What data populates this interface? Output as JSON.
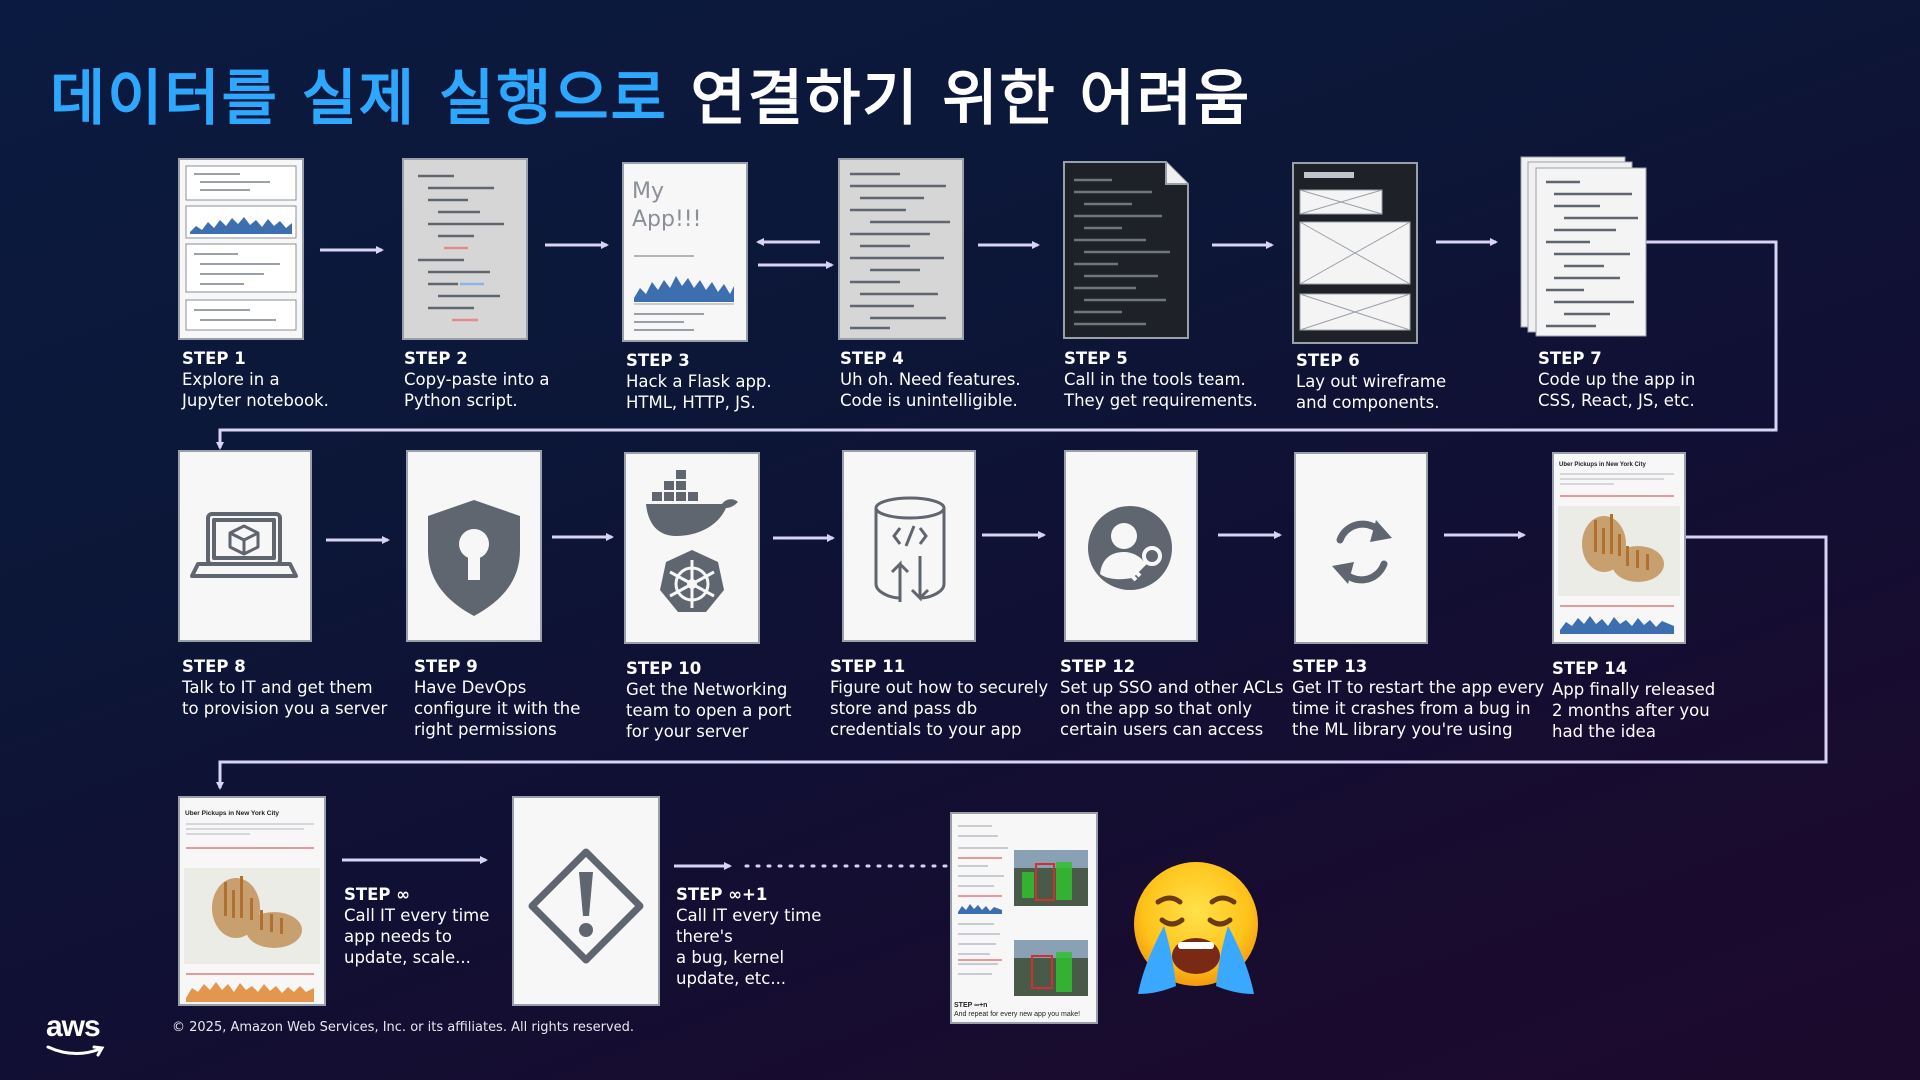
{
  "title": {
    "highlight": "데이터를 실제 실행으로",
    "rest": "연결하기 위한 어려움"
  },
  "steps": [
    {
      "num": "STEP 1",
      "desc": "Explore in a\nJupyter notebook."
    },
    {
      "num": "STEP 2",
      "desc": "Copy-paste into a\nPython script."
    },
    {
      "num": "STEP 3",
      "desc": "Hack a Flask app.\nHTML, HTTP, JS."
    },
    {
      "num": "STEP 4",
      "desc": "Uh oh. Need features.\nCode is unintelligible."
    },
    {
      "num": "STEP 5",
      "desc": "Call in the tools team.\nThey get requirements."
    },
    {
      "num": "STEP 6",
      "desc": "Lay out wireframe\nand components."
    },
    {
      "num": "STEP 7",
      "desc": "Code up the app in\nCSS, React, JS, etc."
    },
    {
      "num": "STEP 8",
      "desc": "Talk to IT and get them\nto provision you a server"
    },
    {
      "num": "STEP 9",
      "desc": "Have DevOps\nconfigure it with the\nright permissions"
    },
    {
      "num": "STEP 10",
      "desc": "Get the Networking\nteam to open a port\nfor your server"
    },
    {
      "num": "STEP 11",
      "desc": "Figure out how to securely\nstore and pass db\ncredentials to your app"
    },
    {
      "num": "STEP 12",
      "desc": "Set up SSO and other ACLs\non the app so that only\ncertain users can access"
    },
    {
      "num": "STEP 13",
      "desc": "Get IT to restart the app every\ntime it crashes from a bug in\nthe ML library you're using"
    },
    {
      "num": "STEP 14",
      "desc": "App finally released\n2 months after you\nhad the idea"
    },
    {
      "num": "STEP ∞",
      "desc": "Call IT every time\napp needs to\nupdate, scale..."
    },
    {
      "num": "STEP ∞+1",
      "desc": "Call IT every time\nthere's\na bug, kernel\nupdate, etc..."
    }
  ],
  "cards": {
    "my_app": "My\nApp!!!",
    "uber_title": "Uber Pickups in New York City",
    "repeat_step": "STEP ∞+n",
    "repeat_text": "And repeat for every new app you make!"
  },
  "colors": {
    "title_highlight": "#2ea7ff",
    "connector": "#d8d4f4",
    "chart_blue": "#3d6fb0",
    "chart_orange": "#e3964e"
  },
  "icons": [
    "laptop-cube-icon",
    "shield-keyhole-icon",
    "docker-icon",
    "kubernetes-icon",
    "database-code-icon",
    "user-key-icon",
    "refresh-icon",
    "warning-icon",
    "crying-face-emoji"
  ],
  "footer": {
    "copyright": "© 2025, Amazon Web Services, Inc. or its affiliates. All rights reserved.",
    "logo": "aws"
  }
}
